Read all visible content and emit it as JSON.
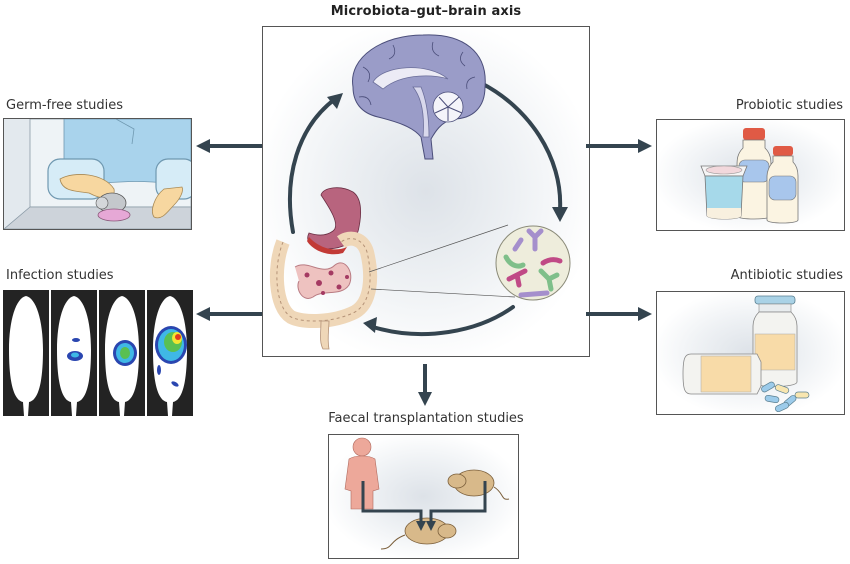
{
  "figure": {
    "title": "Microbiota–gut–brain axis",
    "central_panel": {
      "elements": [
        "brain",
        "stomach",
        "intestines",
        "microbiota-magnified-circle"
      ],
      "cycle_arrows": [
        "gut-to-brain",
        "brain-to-microbiota",
        "microbiota-to-gut"
      ]
    },
    "panels": [
      {
        "id": "germ-free",
        "label": "Germ-free studies",
        "side": "left",
        "position": "top",
        "arrow_direction": "left",
        "illustration": "gloved hands in isolator with mouse and pups"
      },
      {
        "id": "infection",
        "label": "Infection studies",
        "side": "left",
        "position": "bottom",
        "arrow_direction": "left",
        "illustration": "four bioluminescence mouse images with increasing infection signal"
      },
      {
        "id": "probiotic",
        "label": "Probiotic studies",
        "side": "right",
        "position": "top",
        "arrow_direction": "right",
        "illustration": "yoghurt pot and probiotic drink bottles"
      },
      {
        "id": "antibiotic",
        "label": "Antibiotic studies",
        "side": "right",
        "position": "bottom",
        "arrow_direction": "right",
        "illustration": "medicine bottles and capsules"
      },
      {
        "id": "faecal",
        "label": "Faecal transplantation studies",
        "side": "bottom",
        "position": "center",
        "arrow_direction": "down",
        "illustration": "human and mouse donors transferring to recipient mouse"
      }
    ],
    "colors": {
      "arrow": "#34444f",
      "border": "#555555",
      "brain": "#9a9cc8",
      "gut": "#efd7b8",
      "stomach": "#b8647e",
      "bacteria_purple": "#a58fcc",
      "bacteria_green": "#7fbf8a",
      "bacteria_magenta": "#c04a86"
    }
  }
}
